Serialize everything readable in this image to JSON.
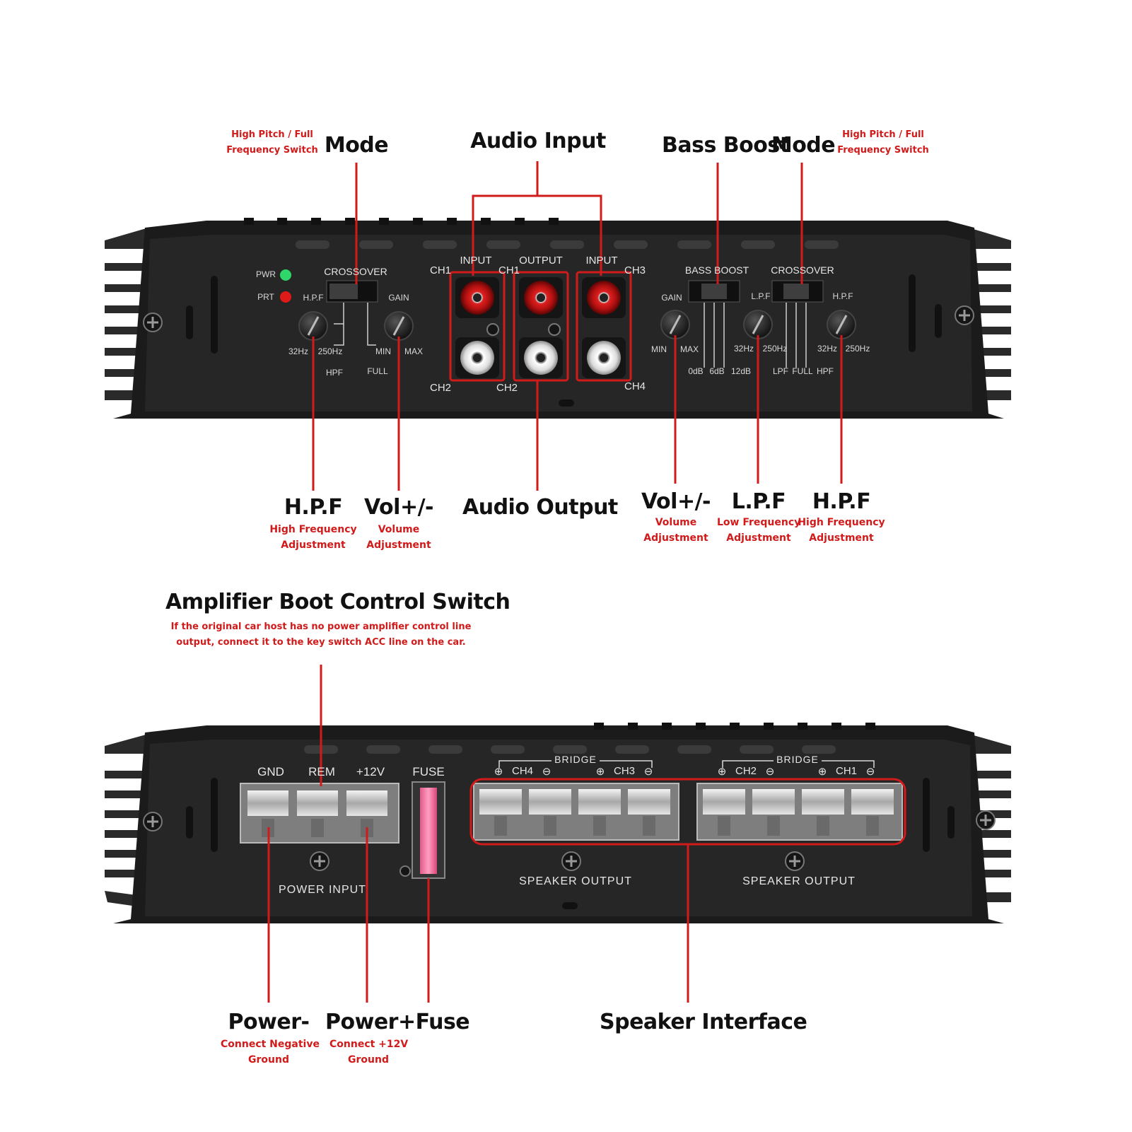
{
  "top": {
    "callouts": {
      "mode": "Mode",
      "mode_desc": [
        "High Pitch / Full",
        "Frequency Switch"
      ],
      "audio_input": "Audio Input",
      "bass_boost": "Bass Boost",
      "mode_right": "Mode",
      "mode_right_desc": [
        "High Pitch / Full",
        "Frequency Switch"
      ],
      "hpf_left": "H.P.F",
      "hpf_left_desc": [
        "High Frequency",
        "Adjustment"
      ],
      "vol_left": "Vol+/-",
      "vol_left_desc": [
        "Volume",
        "Adjustment"
      ],
      "audio_output": "Audio Output",
      "vol_right": "Vol+/-",
      "vol_right_desc": [
        "Volume",
        "Adjustment"
      ],
      "lpf": "L.P.F",
      "lpf_desc": [
        "Low Frequency",
        "Adjustment"
      ],
      "hpf_right": "H.P.F",
      "hpf_right_desc": [
        "High Frequency",
        "Adjustment"
      ]
    },
    "panel": {
      "pwr": "PWR",
      "prt": "PRT",
      "crossover_left": "CROSSOVER",
      "hpf_label": "H.P.F",
      "gain_left": "GAIN",
      "hz32_left": "32Hz",
      "hz250_left": "250Hz",
      "min_left": "MIN",
      "max_left": "MAX",
      "hpf_small": "HPF",
      "full_small": "FULL",
      "input_left": "INPUT",
      "output": "OUTPUT",
      "input_right": "INPUT",
      "ch1_a": "CH1",
      "ch1_b": "CH1",
      "ch3": "CH3",
      "ch2_a": "CH2",
      "ch2_b": "CH2",
      "ch4": "CH4",
      "bass_boost": "BASS BOOST",
      "crossover_right": "CROSSOVER",
      "gain_right": "GAIN",
      "lpf_label": "L.P.F",
      "hpf_right_label": "H.P.F",
      "min_right": "MIN",
      "max_right": "MAX",
      "db0": "0dB",
      "db6": "6dB",
      "db12": "12dB",
      "hz32_mid": "32Hz",
      "hz250_mid": "250Hz",
      "hz32_right": "32Hz",
      "hz250_right": "250Hz",
      "lpf_sw": "LPF",
      "full_sw": "FULL",
      "hpf_sw": "HPF"
    }
  },
  "bottom": {
    "callouts": {
      "boot_title": "Amplifier Boot Control Switch",
      "boot_desc": [
        "If the original car host has no power amplifier control line",
        "output, connect it to the key switch ACC line on the car."
      ],
      "power_minus": "Power-",
      "power_minus_desc": [
        "Connect Negative",
        "Ground"
      ],
      "power_fuse": "Power+Fuse",
      "power_fuse_desc": [
        "Connect +12V",
        "Ground"
      ],
      "speaker_interface": "Speaker Interface"
    },
    "panel": {
      "gnd": "GND",
      "rem": "REM",
      "v12": "+12V",
      "fuse": "FUSE",
      "power_input": "POWER INPUT",
      "bridge_left": "BRIDGE",
      "bridge_right": "BRIDGE",
      "ch4": "CH4",
      "ch3": "CH3",
      "ch2": "CH2",
      "ch1": "CH1",
      "plus": "⊕",
      "minus": "⊖",
      "speaker_output_left": "SPEAKER OUTPUT",
      "speaker_output_right": "SPEAKER OUTPUT"
    }
  },
  "colors": {
    "accent_red": "#d11a1a",
    "panel": "#232323",
    "text": "#111111"
  }
}
